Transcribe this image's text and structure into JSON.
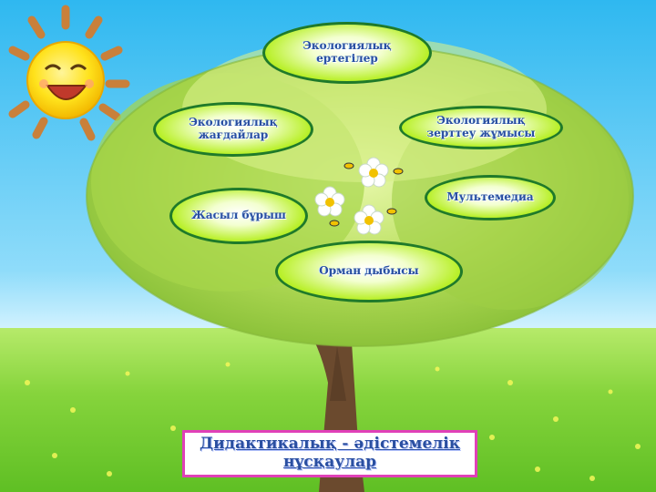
{
  "diagram": {
    "nodes": [
      {
        "id": "tales",
        "label": "Экологиялық ертегілер"
      },
      {
        "id": "situations",
        "label": "Экологиялық жағдайлар"
      },
      {
        "id": "research",
        "label": "Экологиялық зерттеу жұмысы"
      },
      {
        "id": "green",
        "label": "Жасыл бұрыш"
      },
      {
        "id": "multimedia",
        "label": "Мультемедиа"
      },
      {
        "id": "forest",
        "label": "Орман дыбысы"
      }
    ],
    "caption": "Дидактикалық - әдістемелік нұсқаулар"
  },
  "colors": {
    "oval_border": "#1f7a2a",
    "oval_fill": "#b9f02a",
    "text": "#2a4fa0",
    "caption_border": "#e040b8",
    "sky_top": "#2fb8f0",
    "grass": "#7fd63a"
  }
}
